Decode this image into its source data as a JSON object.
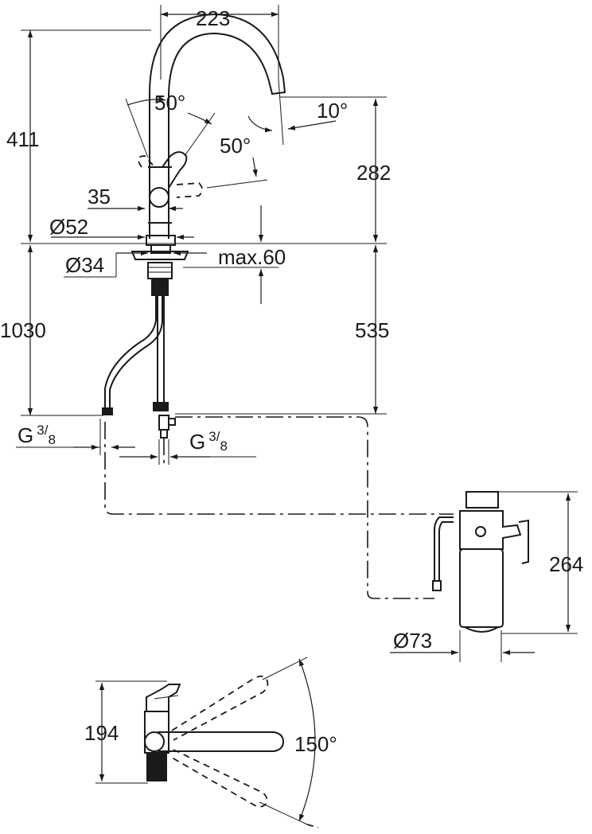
{
  "dimensions": {
    "spout_reach": "223",
    "total_height": "411",
    "spout_height": "282",
    "lever_width": "35",
    "base_diameter": "Ø52",
    "hole_diameter": "Ø34",
    "max_thickness": "max.60",
    "hose_length": "1030",
    "shank_length": "535",
    "filter_height": "264",
    "filter_diameter": "Ø73",
    "top_view_height": "194"
  },
  "angles": {
    "lever_angle": "50°",
    "spout_tilt": "10°",
    "lever_angle_right": "50°",
    "swivel_angle": "150°"
  },
  "connections": {
    "left_thread": {
      "letter": "G",
      "num": "3",
      "den": "8"
    },
    "right_thread": {
      "letter": "G",
      "num": "3",
      "den": "8"
    }
  }
}
